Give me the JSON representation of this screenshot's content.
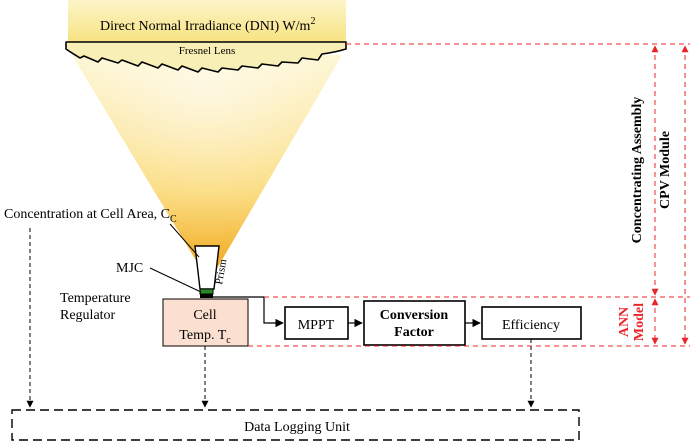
{
  "diagram": {
    "dni_label": "Direct Normal Irradiance (DNI) W/m",
    "dni_superscript": "2",
    "fresnel_label": "Fresnel Lens",
    "concentration_label": "Concentration at Cell Area, C",
    "concentration_subscript": "C",
    "mjc_label": "MJC",
    "prism_label": "Prism",
    "temp_regulator_line1": "Temperature",
    "temp_regulator_line2": "Regulator",
    "cell_line1": "Cell",
    "cell_line2": "Temp. T",
    "cell_subscript": "c",
    "mppt_label": "MPPT",
    "conversion_line1": "Conversion",
    "conversion_line2": "Factor",
    "efficiency_label": "Efficiency",
    "data_logging_label": "Data Logging Unit",
    "concentrating_assembly_label": "Concentrating Assembly",
    "cpv_module_label": "CPV Module",
    "ann_model_line1": "ANN",
    "ann_model_line2": "Model"
  },
  "colors": {
    "accent_red": "#e8262a",
    "cell_fill": "#fbe0d1",
    "light_yellow": "#f9e79f",
    "light_orange": "#f3b01f",
    "cell_green": "#2a8a2a"
  }
}
